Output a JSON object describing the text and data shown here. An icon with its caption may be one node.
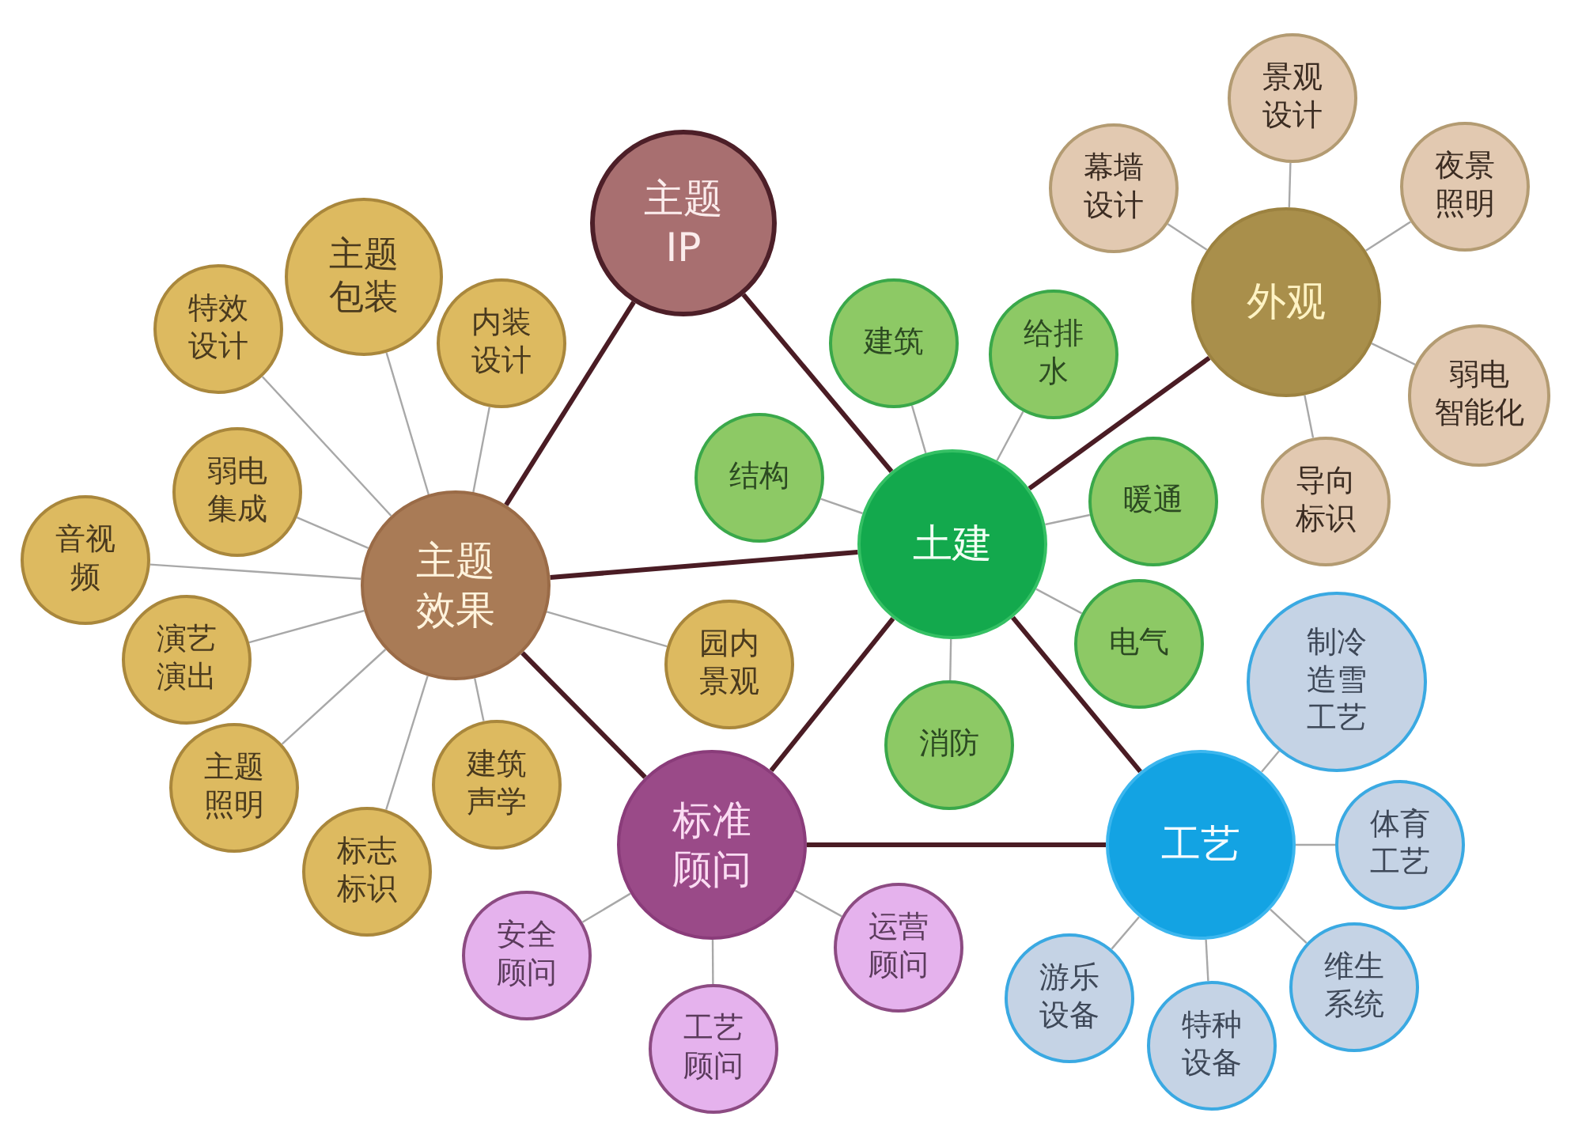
{
  "diagram": {
    "nodes": [
      {
        "text": [
          "主题IP"
        ]
      },
      {
        "text": [
          "主题效果"
        ]
      },
      {
        "text": [
          "特效设计"
        ]
      },
      {
        "text": [
          "主题包装"
        ]
      },
      {
        "text": [
          "内装设计"
        ]
      },
      {
        "text": [
          "弱电集成"
        ]
      },
      {
        "text": [
          "音视频"
        ]
      },
      {
        "text": [
          "演艺演出"
        ]
      },
      {
        "text": [
          "主题照明"
        ]
      },
      {
        "text": [
          "标志标识"
        ]
      },
      {
        "text": [
          "建筑声学"
        ]
      },
      {
        "text": [
          "园内景观"
        ]
      },
      {
        "text": [
          "土建"
        ]
      },
      {
        "text": [
          "建筑"
        ]
      },
      {
        "text": [
          "给排水"
        ]
      },
      {
        "text": [
          "结构"
        ]
      },
      {
        "text": [
          "暖通"
        ]
      },
      {
        "text": [
          "电气"
        ]
      },
      {
        "text": [
          "消防"
        ]
      },
      {
        "text": [
          "外观"
        ]
      },
      {
        "text": [
          "景观设计"
        ]
      },
      {
        "text": [
          "幕墙设计"
        ]
      },
      {
        "text": [
          "夜景照明"
        ]
      },
      {
        "text": [
          "弱电智能化"
        ]
      },
      {
        "text": [
          "导向标识"
        ]
      },
      {
        "text": [
          "标准顾问"
        ]
      },
      {
        "text": [
          "安全顾问"
        ]
      },
      {
        "text": [
          "工艺顾问"
        ]
      },
      {
        "text": [
          "运营顾问"
        ]
      },
      {
        "text": [
          "工艺"
        ]
      },
      {
        "text": [
          "制冷造雪工艺"
        ]
      },
      {
        "text": [
          "体育工艺"
        ]
      },
      {
        "text": [
          "维生系统"
        ]
      },
      {
        "text": [
          "特种设备"
        ]
      },
      {
        "text": [
          "游乐设备"
        ]
      }
    ],
    "edges": [
      {
        "from": 0,
        "to": 1,
        "arrow": "none",
        "style": "thick",
        "color": "#4a1c24"
      },
      {
        "from": 0,
        "to": 12,
        "arrow": "none",
        "style": "thick",
        "color": "#4a1c24"
      },
      {
        "from": 1,
        "to": 12,
        "arrow": "none",
        "style": "thick",
        "color": "#4a1c24"
      },
      {
        "from": 1,
        "to": 25,
        "arrow": "none",
        "style": "thick",
        "color": "#4a1c24"
      },
      {
        "from": 25,
        "to": 12,
        "arrow": "none",
        "style": "thick",
        "color": "#4a1c24"
      },
      {
        "from": 25,
        "to": 29,
        "arrow": "none",
        "style": "thick",
        "color": "#4a1c24"
      },
      {
        "from": 12,
        "to": 29,
        "arrow": "none",
        "style": "thick",
        "color": "#4a1c24"
      },
      {
        "from": 12,
        "to": 19,
        "arrow": "none",
        "style": "thick",
        "color": "#4a1c24"
      },
      {
        "from": 1,
        "to": 2,
        "arrow": "none"
      },
      {
        "from": 1,
        "to": 3,
        "arrow": "none"
      },
      {
        "from": 1,
        "to": 4,
        "arrow": "none"
      },
      {
        "from": 1,
        "to": 5,
        "arrow": "none"
      },
      {
        "from": 1,
        "to": 6,
        "arrow": "none"
      },
      {
        "from": 1,
        "to": 7,
        "arrow": "none"
      },
      {
        "from": 1,
        "to": 8,
        "arrow": "none"
      },
      {
        "from": 1,
        "to": 9,
        "arrow": "none"
      },
      {
        "from": 1,
        "to": 10,
        "arrow": "none"
      },
      {
        "from": 1,
        "to": 11,
        "arrow": "none"
      },
      {
        "from": 12,
        "to": 13,
        "arrow": "none"
      },
      {
        "from": 12,
        "to": 14,
        "arrow": "none"
      },
      {
        "from": 12,
        "to": 15,
        "arrow": "none"
      },
      {
        "from": 12,
        "to": 16,
        "arrow": "none"
      },
      {
        "from": 12,
        "to": 17,
        "arrow": "none"
      },
      {
        "from": 12,
        "to": 18,
        "arrow": "none"
      },
      {
        "from": 19,
        "to": 20,
        "arrow": "none"
      },
      {
        "from": 19,
        "to": 21,
        "arrow": "none"
      },
      {
        "from": 19,
        "to": 22,
        "arrow": "none"
      },
      {
        "from": 19,
        "to": 23,
        "arrow": "none"
      },
      {
        "from": 19,
        "to": 24,
        "arrow": "none"
      },
      {
        "from": 25,
        "to": 26,
        "arrow": "none"
      },
      {
        "from": 25,
        "to": 27,
        "arrow": "none"
      },
      {
        "from": 25,
        "to": 28,
        "arrow": "none"
      },
      {
        "from": 29,
        "to": 30,
        "arrow": "none"
      },
      {
        "from": 29,
        "to": 31,
        "arrow": "none"
      },
      {
        "from": 29,
        "to": 32,
        "arrow": "none"
      },
      {
        "from": 29,
        "to": 33,
        "arrow": "none"
      },
      {
        "from": 29,
        "to": 34,
        "arrow": "none"
      }
    ]
  }
}
